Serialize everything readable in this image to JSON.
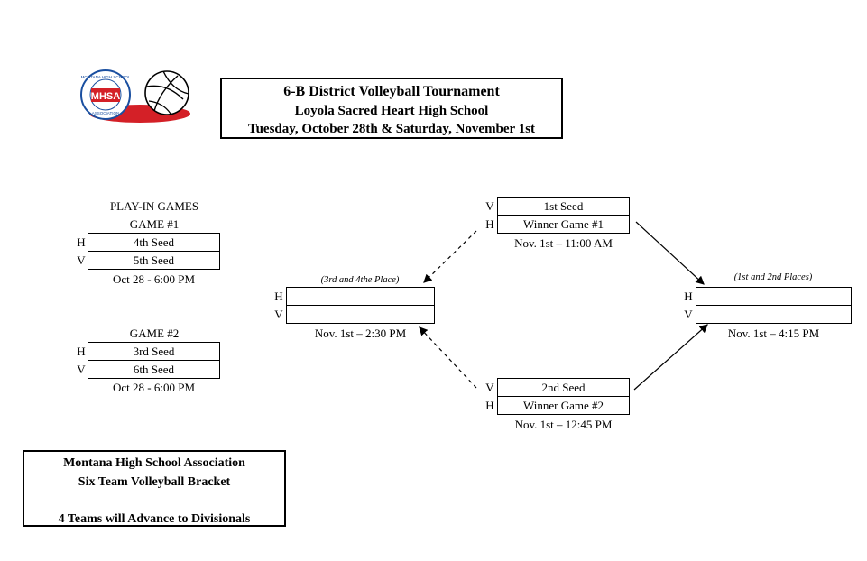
{
  "logo": {
    "org_text": "MONTANA HIGH SCHOOL",
    "acronym": "MHSA",
    "sub_text": "ASSOCIATION",
    "accent": "#d42027",
    "blue": "#1a4fa0"
  },
  "header": {
    "title": "6-B District Volleyball Tournament",
    "venue": "Loyola Sacred Heart High School",
    "dates": "Tuesday, October 28th & Saturday, November 1st"
  },
  "play_in": {
    "heading": "PLAY-IN GAMES",
    "game1": {
      "label": "GAME #1",
      "home_tag": "H",
      "visitor_tag": "V",
      "home": "4th Seed",
      "visitor": "5th Seed",
      "time": "Oct 28 - 6:00 PM"
    },
    "game2": {
      "label": "GAME #2",
      "home_tag": "H",
      "visitor_tag": "V",
      "home": "3rd Seed",
      "visitor": "6th Seed",
      "time": "Oct 28 - 6:00 PM"
    }
  },
  "semi1": {
    "visitor_tag": "V",
    "home_tag": "H",
    "visitor": "1st Seed",
    "home": "Winner Game #1",
    "time": "Nov. 1st – 11:00 AM"
  },
  "semi2": {
    "visitor_tag": "V",
    "home_tag": "H",
    "visitor": "2nd Seed",
    "home": "Winner Game #2",
    "time": "Nov. 1st – 12:45 PM"
  },
  "third_place": {
    "note": "(3rd and 4the Place)",
    "home_tag": "H",
    "visitor_tag": "V",
    "home": "",
    "visitor": "",
    "time": "Nov. 1st – 2:30 PM"
  },
  "final": {
    "note": "(1st and 2nd Places)",
    "home_tag": "H",
    "visitor_tag": "V",
    "home": "",
    "visitor": "",
    "time": "Nov. 1st – 4:15 PM"
  },
  "footer": {
    "line1": "Montana High School Association",
    "line2": "Six Team Volleyball Bracket",
    "line3": "4 Teams will Advance to Divisionals"
  }
}
